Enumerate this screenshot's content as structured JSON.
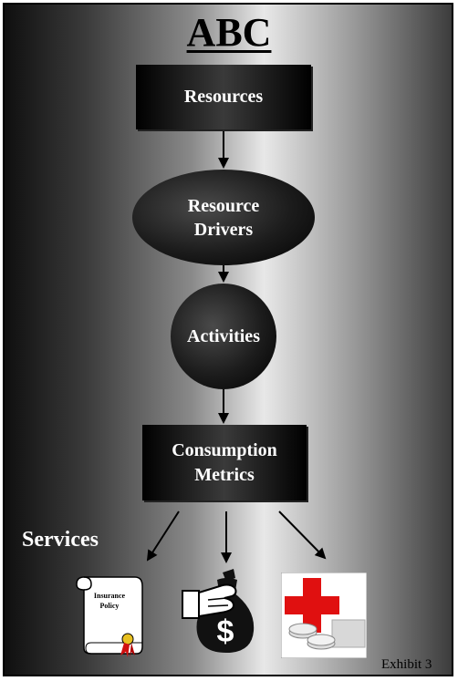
{
  "diagram": {
    "title": "ABC",
    "nodes": {
      "resources": "Resources",
      "resource_drivers": "Resource Drivers",
      "activities": "Activities",
      "consumption_metrics": "Consumption Metrics"
    },
    "services_label": "Services",
    "insurance_policy_text": "Insurance Policy",
    "exhibit_label": "Exhibit 3"
  }
}
